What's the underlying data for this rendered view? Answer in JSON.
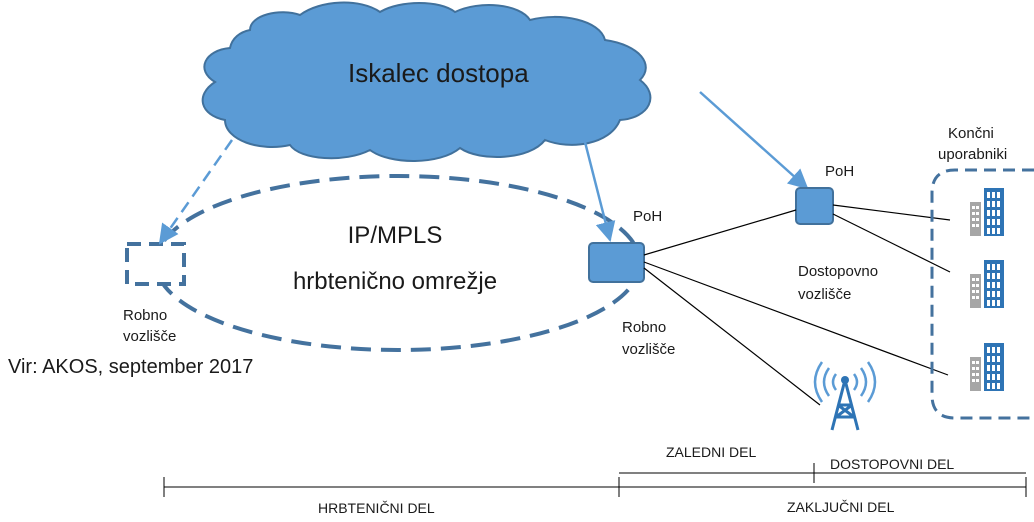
{
  "cloud": {
    "label": "Iskalec dostopa"
  },
  "core_network": {
    "line1": "IP/MPLS",
    "line2": "hrbtenično omrežje"
  },
  "edge_node_left": {
    "line1": "Robno",
    "line2": "vozlišče"
  },
  "edge_node_right": {
    "poh": "PoH",
    "line1": "Robno",
    "line2": "vozlišče"
  },
  "access_node": {
    "poh": "PoH",
    "line1": "Dostopovno",
    "line2": "vozlišče"
  },
  "end_users": {
    "line1": "Končni",
    "line2": "uporabniki"
  },
  "source": "Vir: AKOS, september 2017",
  "sections": {
    "zaledni": "ZALEDNI DEL",
    "dostopovni": "DOSTOPOVNI DEL",
    "hrbtenicni": "HRBTENIČNI DEL",
    "zakljucni": "ZAKLJUČNI DEL"
  },
  "colors": {
    "fill_blue": "#5b9bd5",
    "stroke_blue": "#41719c",
    "dash_blue": "#44729e",
    "building_blue": "#2e74b5",
    "building_gray": "#a6a6a6"
  }
}
